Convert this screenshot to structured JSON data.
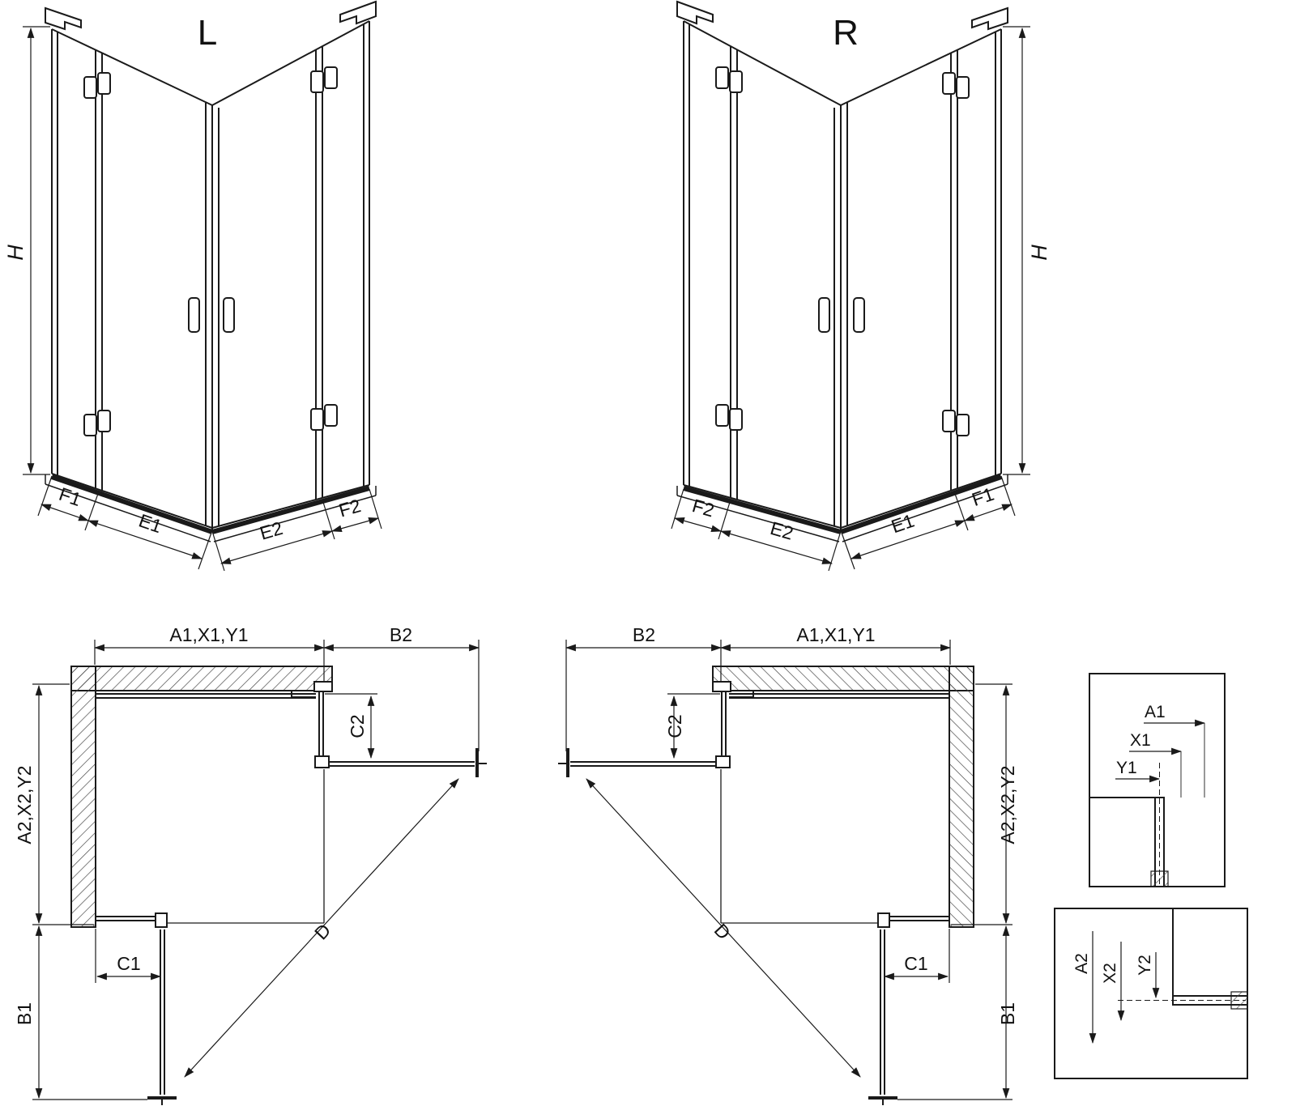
{
  "page": {
    "ink_color": "#1a1a1a",
    "background": "#ffffff"
  },
  "view_l": {
    "label": "L",
    "dims": {
      "h": "H",
      "f1": "F1",
      "e1": "E1",
      "e2": "E2",
      "f2": "F2"
    }
  },
  "view_r": {
    "label": "R",
    "dims": {
      "h": "H",
      "f1": "F1",
      "e1": "E1",
      "e2": "E2",
      "f2": "F2"
    }
  },
  "plan_l": {
    "dims": {
      "top": "A1,X1,Y1",
      "b2": "B2",
      "c2": "C2",
      "side": "A2,X2,Y2",
      "c1": "C1",
      "b1": "B1",
      "d": "D"
    }
  },
  "plan_r": {
    "dims": {
      "top": "A1,X1,Y1",
      "b2": "B2",
      "c2": "C2",
      "side": "A2,X2,Y2",
      "c1": "C1",
      "b1": "B1",
      "d": "D"
    }
  },
  "detail_top": {
    "labels": {
      "a1": "A1",
      "x1": "X1",
      "y1": "Y1"
    }
  },
  "detail_bottom": {
    "labels": {
      "a2": "A2",
      "x2": "X2",
      "y2": "Y2"
    }
  }
}
